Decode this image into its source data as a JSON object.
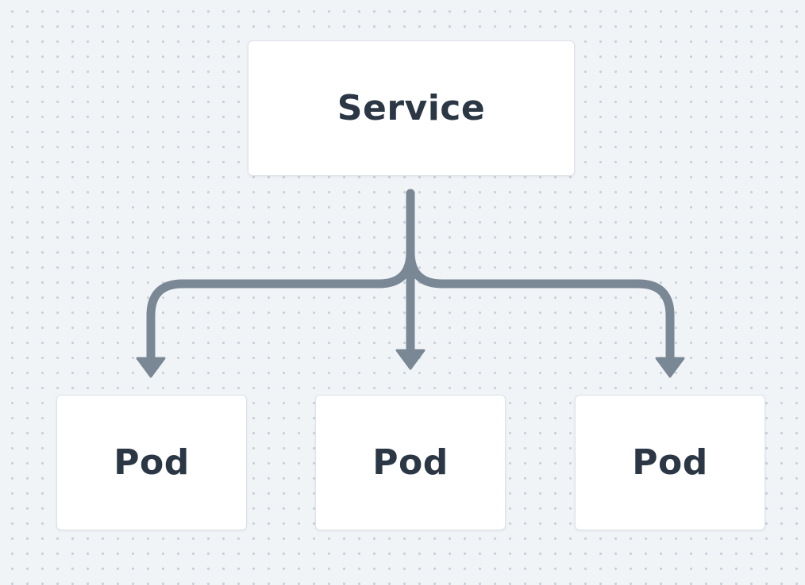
{
  "diagram": {
    "service": {
      "label": "Service"
    },
    "pods": [
      {
        "label": "Pod"
      },
      {
        "label": "Pod"
      },
      {
        "label": "Pod"
      }
    ]
  },
  "colors": {
    "background": "#f1f4f7",
    "grid_dot": "#c9d0d8",
    "node_fill": "#ffffff",
    "node_border": "#dde2e8",
    "text": "#2b3744",
    "connector": "#7a8794"
  }
}
